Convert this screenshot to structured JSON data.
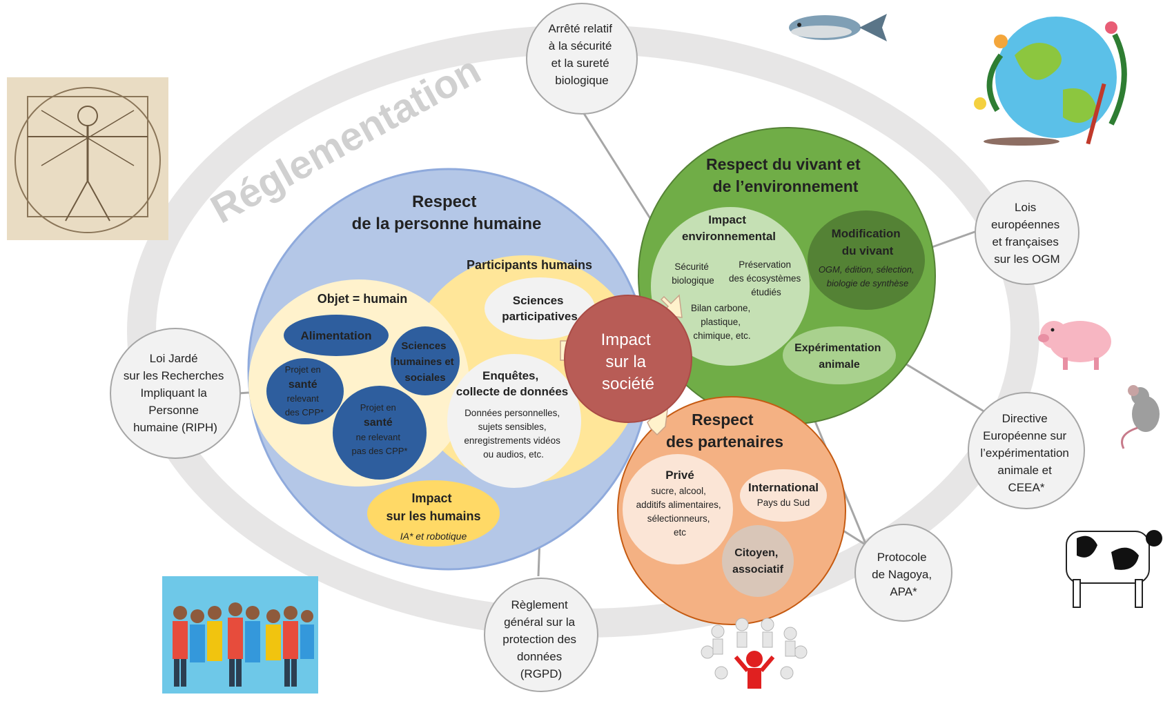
{
  "ring_title": "Réglementation",
  "central": {
    "lines": [
      "Impact",
      "sur la",
      "société"
    ],
    "color": "#b85c56"
  },
  "human": {
    "title": [
      "Respect",
      "de la personne humaine"
    ],
    "participants": {
      "title": "Participants humains"
    },
    "sciences_participatives": [
      "Sciences",
      "participatives"
    ],
    "enquetes": {
      "title": [
        "Enquêtes,",
        "collecte de données"
      ],
      "text": [
        "Données personnelles,",
        "sujets  sensibles,",
        "enregistrements vidéos",
        "ou audios, etc."
      ]
    },
    "objet": {
      "title": "Objet = humain"
    },
    "alimentation": "Alimentation",
    "shs": [
      "Sciences",
      "humaines et",
      "sociales"
    ],
    "cpp_yes": [
      "Projet en",
      "santé",
      "relevant",
      "des CPP*"
    ],
    "cpp_no": [
      "Projet en",
      "santé",
      "ne relevant",
      "pas des CPP*"
    ],
    "impact_humains": {
      "title": [
        "Impact",
        "sur les humains"
      ],
      "subtitle": "IA* et robotique"
    }
  },
  "vivant": {
    "title": [
      "Respect du vivant et",
      "de l’environnement"
    ],
    "impact_env": {
      "title": [
        "Impact",
        "environnemental"
      ],
      "securite": [
        "Sécurité",
        "biologique"
      ],
      "preservation": [
        "Préservation",
        "des écosystèmes",
        "étudiés"
      ],
      "bilan": [
        "Bilan carbone,",
        "plastique,",
        "chimique, etc."
      ]
    },
    "modification": {
      "title": [
        "Modification",
        "du vivant"
      ],
      "subtitle": [
        "OGM, édition, sélection,",
        "biologie de synthèse"
      ]
    },
    "experimentation": [
      "Expérimentation",
      "animale"
    ]
  },
  "partenaires": {
    "title": [
      "Respect",
      "des partenaires"
    ],
    "prive": {
      "title": "Privé",
      "text": [
        "sucre, alcool,",
        "additifs alimentaires,",
        "sélectionneurs,",
        "etc"
      ]
    },
    "international": {
      "title": "International",
      "subtitle": "Pays du Sud"
    },
    "citoyen": [
      "Citoyen,",
      "associatif"
    ]
  },
  "regulations": {
    "arrete": [
      "Arrêté relatif",
      "à la sécurité",
      "et la sureté",
      "biologique"
    ],
    "lois_ogm": [
      "Lois",
      "européennes",
      "et françaises",
      "sur les OGM"
    ],
    "directive": [
      "Directive",
      "Européenne sur",
      "l’expérimentation",
      "animale et",
      "CEEA*"
    ],
    "nagoya": [
      "Protocole",
      "de Nagoya,",
      "APA*"
    ],
    "rgpd": [
      "Règlement",
      "général sur la",
      "protection des",
      "données",
      "(RGPD)"
    ],
    "jarde": [
      "Loi Jardé",
      "sur les Recherches",
      "Impliquant la",
      "Personne",
      "humaine (RIPH)"
    ]
  },
  "pictures": [
    "vitruvian-man-image",
    "fish-image",
    "earth-gardening-image",
    "pig-image",
    "mouse-image",
    "cow-image",
    "crowd-image",
    "team-circle-image"
  ],
  "colors": {
    "human_outer": "#b4c7e7",
    "human_yellow": "#ffe699",
    "human_cream": "#fff2cc",
    "human_dark_blue": "#2e5e9e",
    "vivant_green": "#70ad47",
    "vivant_light": "#c5e0b4",
    "vivant_dark": "#548235",
    "partner_orange": "#f4b183",
    "partner_light": "#fbe5d6",
    "ring": "#e7e6e6"
  }
}
